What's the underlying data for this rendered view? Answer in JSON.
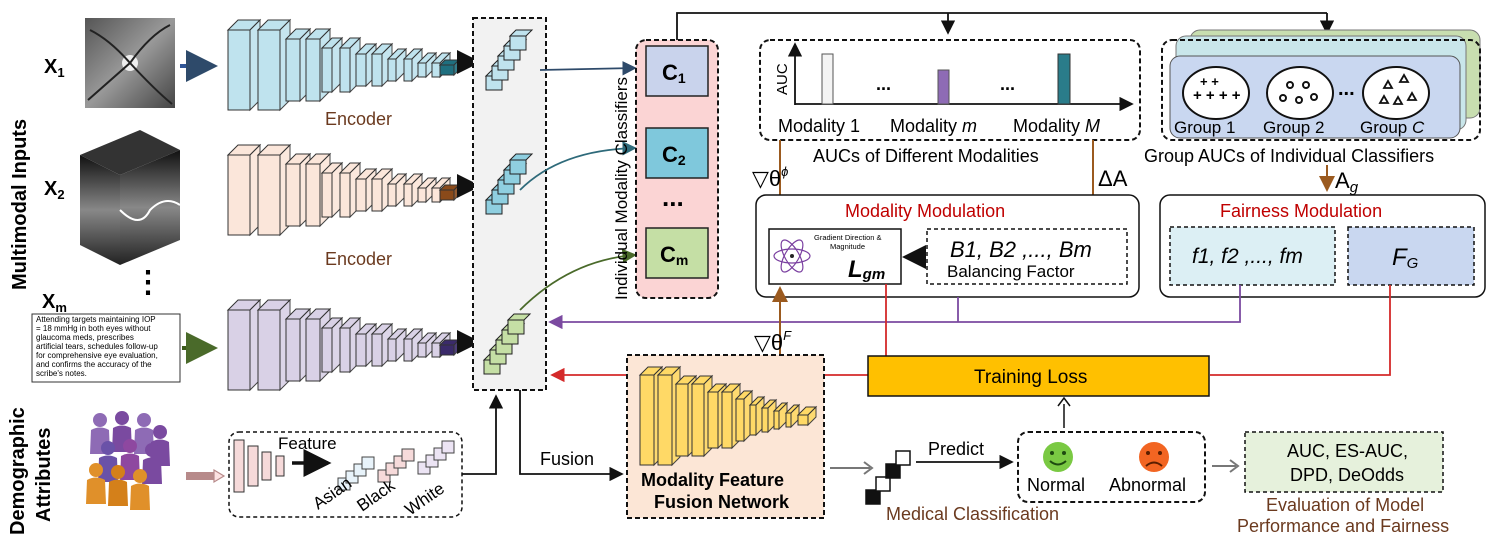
{
  "left_labels": {
    "multimodal": "Multimodal Inputs",
    "demographic_line1": "Demographic",
    "demographic_line2": "Attributes"
  },
  "inputs": {
    "x1": "X",
    "x1_sub": "1",
    "x2": "X",
    "x2_sub": "2",
    "vdots": "⋮",
    "xm": "X",
    "xm_sub": "m"
  },
  "note_text": [
    "Attending targets maintaining IOP",
    "= 18 mmHg in both eyes without",
    "glaucoma meds, prescribes",
    "artificial tears, schedules follow-up",
    "for comprehensive eye evaluation,",
    "and confirms the accuracy of the",
    "scribe's notes."
  ],
  "encoder_labels": [
    "Encoder",
    "Encoder"
  ],
  "demographic_encoder": {
    "feature_label": "Feature",
    "groups": [
      "Asian",
      "Black",
      "White"
    ]
  },
  "fusion": {
    "label": "Fusion",
    "network_line1": "Modality Feature",
    "network_line2": "Fusion Network"
  },
  "classifiers": {
    "title": "Individual Modality Classifiers",
    "c1": "C",
    "c1_sub": "1",
    "c2": "C",
    "c2_sub": "2",
    "dots": "...",
    "cm": "C",
    "cm_sub": "m"
  },
  "auc_panel": {
    "axis_label": "AUC",
    "modality_1": "Modality 1",
    "dots1": "...",
    "modality_m_prefix": "Modality ",
    "modality_m": "m",
    "dots2": "...",
    "modality_M_prefix": "Modality ",
    "modality_M": "M",
    "caption": "AUCs of Different Modalities"
  },
  "group_panel": {
    "group1": "Group 1",
    "group2": "Group 2",
    "dots": "...",
    "groupC_prefix": "Group ",
    "groupC": "C",
    "caption": "Group AUCs of Individual Classifiers"
  },
  "gradients": {
    "theta_phi": "▽θ",
    "phi": "ϕ",
    "delta_A": "ΔA",
    "A_g": "A",
    "g": "g",
    "theta_F": "▽θ",
    "F": "F"
  },
  "modality_modulation": {
    "title": "Modality Modulation",
    "gradient_caption_1": "Gradient Direction &",
    "gradient_caption_2": "Magnitude",
    "L": "L",
    "L_sub": "gm",
    "b_line": "B1, B2 ,..., Bm",
    "balancing": "Balancing Factor"
  },
  "fairness_modulation": {
    "title": "Fairness Modulation",
    "f_line": "f1, f2 ,..., fm",
    "F": "F",
    "F_sub": "G"
  },
  "training_loss": "Training Loss",
  "prediction": {
    "predict": "Predict",
    "normal": "Normal",
    "abnormal": "Abnormal",
    "medical": "Medical Classification"
  },
  "evaluation": {
    "metrics_line1": "AUC, ES-AUC,",
    "metrics_line2": "DPD, DeOdds",
    "caption_line1": "Evaluation of Model",
    "caption_line2": "Performance and Fairness"
  },
  "colors": {
    "blue_encoder": "#bfe3ee",
    "peach_encoder": "#fbe6da",
    "purple_encoder": "#d9d1e6",
    "red_line": "#d42a2a",
    "purple_line": "#7b4aa0",
    "brown_line": "#9b5a1f",
    "loss_fill": "#ffc000",
    "red_text": "#c00000",
    "brown_text": "#6b3a1f"
  }
}
